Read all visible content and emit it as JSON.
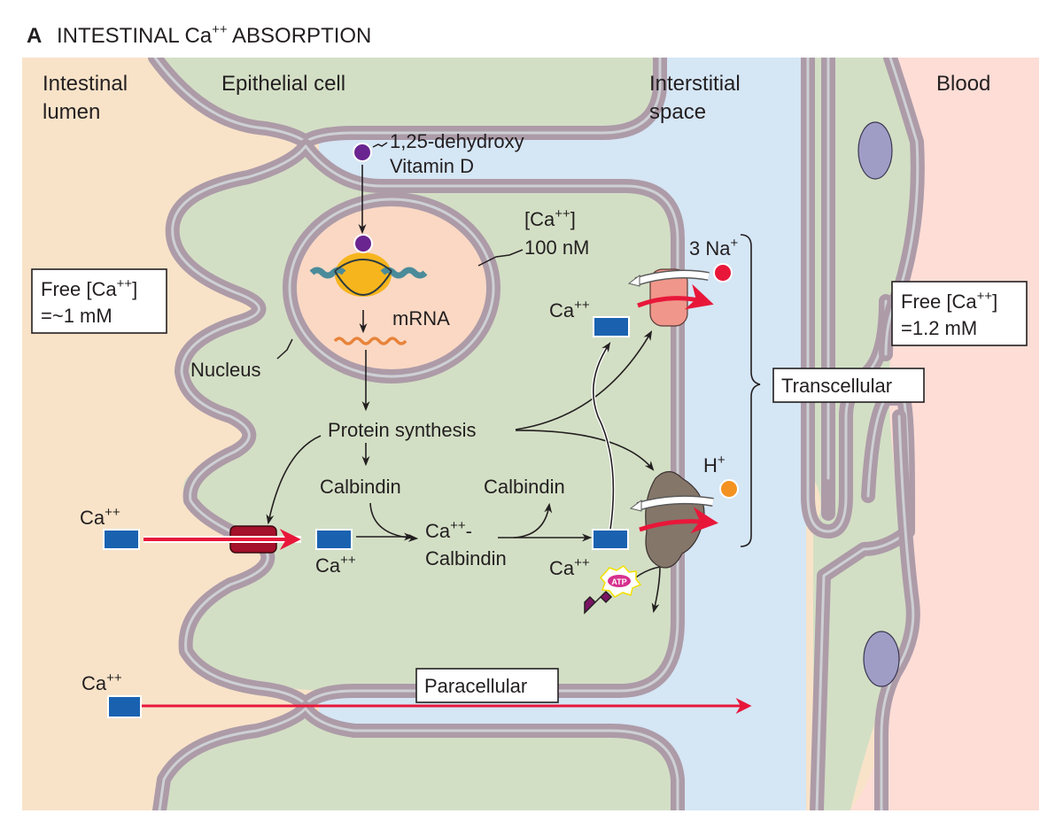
{
  "figure": {
    "panel_letter": "A",
    "title_prefix": "INTESTINAL Ca",
    "title_sup": "++",
    "title_suffix": " ABSORPTION"
  },
  "regions": {
    "lumen": {
      "line1": "Intestinal",
      "line2": "lumen",
      "color": "#f8e3c9"
    },
    "epithelial_cell": {
      "label": "Epithelial cell",
      "color": "#d3dfc5"
    },
    "interstitial": {
      "line1": "Interstitial",
      "line2": "space",
      "color": "#d5e6f5"
    },
    "blood": {
      "label": "Blood",
      "color": "#fdddd6"
    },
    "nucleus_fill": "#fad8c4",
    "membrane_color": "#ad9ba8"
  },
  "labels": {
    "vitamin_d_line1": "1,25-dehydroxy",
    "vitamin_d_line2": "Vitamin D",
    "intracellular_ca_line1_pre": "[Ca",
    "intracellular_ca_line1_sup": "++",
    "intracellular_ca_line1_post": "]",
    "intracellular_ca_line2": "100 nM",
    "mrna": "mRNA",
    "nucleus": "Nucleus",
    "protein_synthesis": "Protein synthesis",
    "calbindin_1": "Calbindin",
    "calbindin_2": "Calbindin",
    "ca_calbindin_line1_pre": "Ca",
    "ca_calbindin_line1_sup": "++",
    "ca_calbindin_line1_post": "-",
    "ca_calbindin_line2": "Calbindin",
    "ca": "Ca",
    "ca_sup": "++",
    "na_pre": "3 Na",
    "na_sup": "+",
    "h_pre": "H",
    "h_sup": "+",
    "atp": "ATP"
  },
  "boxes": {
    "lumen_free_ca_line1_pre": "Free [Ca",
    "lumen_free_ca_line1_sup": "++",
    "lumen_free_ca_line1_post": "]",
    "lumen_free_ca_line2": "=~1 mM",
    "blood_free_ca_line1_pre": "Free [Ca",
    "blood_free_ca_line1_sup": "++",
    "blood_free_ca_line1_post": "]",
    "blood_free_ca_line2": "=1.2 mM",
    "transcellular": "Transcellular",
    "paracellular": "Paracellular"
  },
  "colors": {
    "ca_ion": "#1a62b0",
    "ca_channel": "#a5102a",
    "exchanger_ncx": "#f0968a",
    "pump_pmca": "#847669",
    "flux_arrow": "#e8173a",
    "vitamin_d": "#6a2590",
    "na_ion": "#e8173a",
    "h_ion": "#f39221",
    "endothelial_nucleus": "#9f9dc6",
    "dna_protein": "#f6b51d",
    "mrna_strand": "#e8833a",
    "atp": "#d6308e"
  }
}
